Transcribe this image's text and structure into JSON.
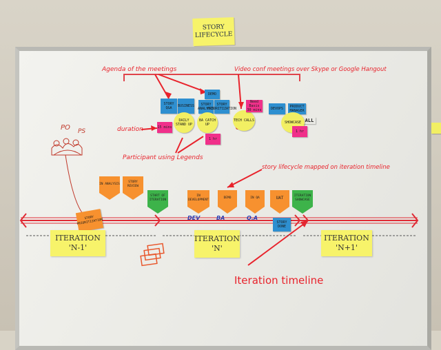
{
  "title_note": {
    "line1": "STORY",
    "line2": "LIFECYCLE"
  },
  "annotations": {
    "agenda": "Agenda of the meetings",
    "video": "Video conf meetings over Skype or Google Hangout",
    "duration": "duration",
    "participant": "Participant using Legends",
    "story_lifecycle": "story lifecycle mapped on iteration timeline",
    "iteration_timeline": "Iteration timeline"
  },
  "stickies": {
    "story_qa": "STORY Q&A",
    "business": "BUSINESS",
    "demo": "DEMO",
    "story_analysis": "STORY ANALYSIS",
    "story_prioritization": "STORY PRIORITIZATION",
    "daily_standup": "DAILY STAND UP",
    "ba_catchup": "BA CATCH UP",
    "tech_calls": "TECH CALLS",
    "need_basis": "Need Basis 30 mins",
    "devops": "DEVOPS",
    "product_manager": "PRODUCT MANAGER",
    "showcase": "SHOWCASE",
    "all": "ALL",
    "duration_15": "15 mins",
    "duration_1hr": "1 hr",
    "duration_1hr_b": "1 hr"
  },
  "lifecycle_arrows": {
    "in_analysis": "IN ANALYSIS",
    "story_review": "STORY REVIEW",
    "start_iteration": "START OF ITERATION",
    "in_development": "IN DEVELOPMENT",
    "demo": "DEMO",
    "in_qa": "IN QA",
    "uat": "UAT",
    "iteration_showcase": "ITERATION SHOWCASE",
    "story_prioritization": "STORY PRIORITIZATION"
  },
  "phase_labels": {
    "dev": "DEV",
    "ba": "BA",
    "qa": "Q.A"
  },
  "story_done": "STORY DONE",
  "roles": {
    "po": "PO",
    "ps": "PS"
  },
  "iterations": [
    {
      "line1": "ITERATION",
      "line2": "'N-1'"
    },
    {
      "line1": "ITERATION",
      "line2": "'N'"
    },
    {
      "line1": "ITERATION",
      "line2": "'N+1'"
    }
  ],
  "colors": {
    "annotation": "#e8232c",
    "timeline": "#e02a34",
    "sticky_yellow": "#f2ef63",
    "sticky_blue": "#2e8fd0",
    "sticky_pink": "#f0308a",
    "arrow_orange": "#f7912f",
    "arrow_green": "#3db34a"
  }
}
